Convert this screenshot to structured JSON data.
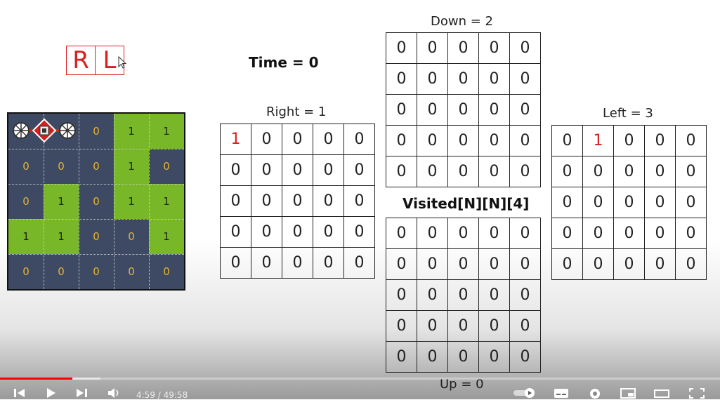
{
  "controls": {
    "r_label": "R",
    "l_label": "L"
  },
  "time_label": "Time = 0",
  "visited_label": "Visited[N][N][4]",
  "directions": {
    "right": "Right = 1",
    "down": "Down = 2",
    "left": "Left = 3",
    "up": "Up = 0"
  },
  "maze": {
    "rows": [
      [
        "robot",
        "robot",
        "0",
        "1",
        "1"
      ],
      [
        "0",
        "0",
        "0",
        "1",
        "0"
      ],
      [
        "0",
        "1",
        "0",
        "1",
        "1"
      ],
      [
        "1",
        "1",
        "0",
        "0",
        "1"
      ],
      [
        "0",
        "0",
        "0",
        "0",
        "0"
      ]
    ],
    "colors": {
      "dark": "#3e4a63",
      "green": "#77b728",
      "digit_on_dark": "#e5b431"
    }
  },
  "grids": {
    "right": [
      [
        "1",
        "0",
        "0",
        "0",
        "0"
      ],
      [
        "0",
        "0",
        "0",
        "0",
        "0"
      ],
      [
        "0",
        "0",
        "0",
        "0",
        "0"
      ],
      [
        "0",
        "0",
        "0",
        "0",
        "0"
      ],
      [
        "0",
        "0",
        "0",
        "0",
        "0"
      ]
    ],
    "down": [
      [
        "0",
        "0",
        "0",
        "0",
        "0"
      ],
      [
        "0",
        "0",
        "0",
        "0",
        "0"
      ],
      [
        "0",
        "0",
        "0",
        "0",
        "0"
      ],
      [
        "0",
        "0",
        "0",
        "0",
        "0"
      ],
      [
        "0",
        "0",
        "0",
        "0",
        "0"
      ]
    ],
    "left": [
      [
        "0",
        "1",
        "0",
        "0",
        "0"
      ],
      [
        "0",
        "0",
        "0",
        "0",
        "0"
      ],
      [
        "0",
        "0",
        "0",
        "0",
        "0"
      ],
      [
        "0",
        "0",
        "0",
        "0",
        "0"
      ],
      [
        "0",
        "0",
        "0",
        "0",
        "0"
      ]
    ],
    "up": [
      [
        "0",
        "0",
        "0",
        "0",
        "0"
      ],
      [
        "0",
        "0",
        "0",
        "0",
        "0"
      ],
      [
        "0",
        "0",
        "0",
        "0",
        "0"
      ],
      [
        "0",
        "0",
        "0",
        "0",
        "0"
      ],
      [
        "0",
        "0",
        "0",
        "0",
        "0"
      ]
    ]
  },
  "highlight_color": "#d72020",
  "player": {
    "time": "4:59 / 49:58",
    "progress_fraction": 0.1,
    "accent": "#ff0000"
  }
}
